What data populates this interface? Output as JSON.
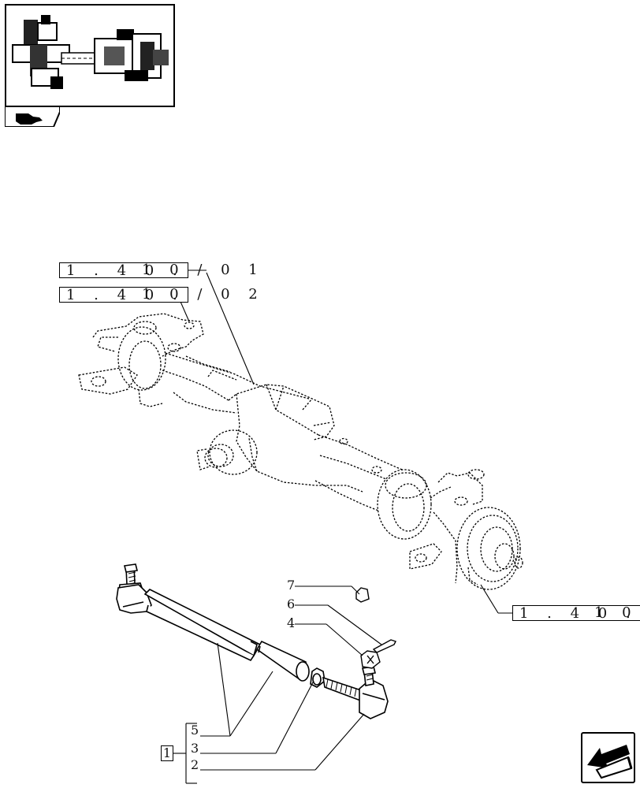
{
  "thumbnail": {
    "icon": "axle-assembly-thumbnail",
    "tab_icon": "pointing-hand-icon"
  },
  "references": [
    {
      "box": "1 . 4 0 .",
      "tail": "1 0 / 0 1"
    },
    {
      "box": "1 . 4 0 .",
      "tail": "1 0 / 0 2"
    },
    {
      "box": "1 . 4 0 .",
      "tail": "1 0 /"
    }
  ],
  "callouts": {
    "part_7": "7",
    "part_6": "6",
    "part_4": "4",
    "part_5": "5",
    "part_3": "3",
    "part_2": "2",
    "group": "1"
  },
  "navigation": {
    "next_icon": "next-page-arrow-icon"
  }
}
